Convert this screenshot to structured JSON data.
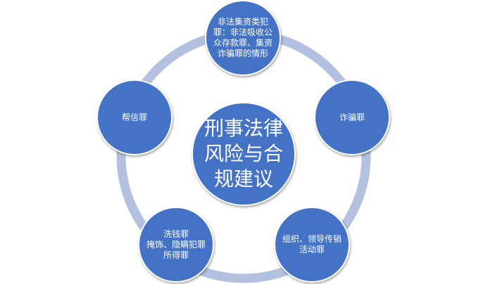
{
  "center": {
    "label": "刑事法律风险与合规建议"
  },
  "nodes": [
    {
      "label": "非法集资类犯罪：非法吸收公众存款罪、集资诈骗罪的情形"
    },
    {
      "label": "诈骗罪"
    },
    {
      "label": "组织、领导传销活动罪"
    },
    {
      "label": "洗钱罪\n掩饰、隐瞒犯罪所得罪"
    },
    {
      "label": "帮信罪"
    }
  ],
  "colors": {
    "node_fill": "#4472c4",
    "node_border": "#ffffff",
    "ring": "#b4c0e0",
    "text": "#ffffff"
  }
}
